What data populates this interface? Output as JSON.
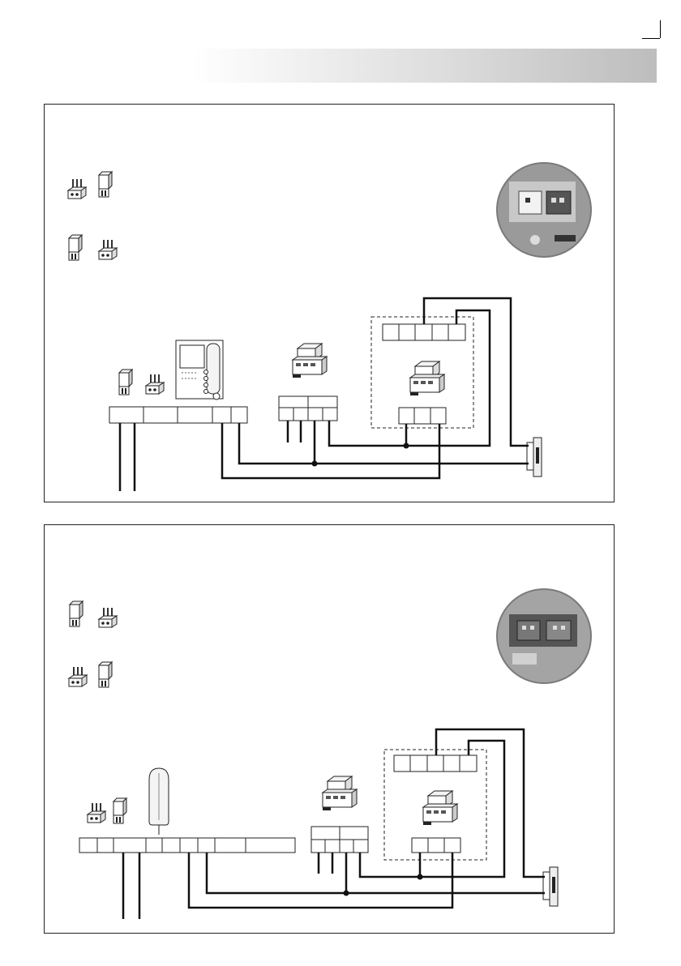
{
  "diagrams": [
    {
      "id": "top",
      "monitor": "video-monitor",
      "photo": "jumper-photo-1"
    },
    {
      "id": "bottom",
      "monitor": "audio-handset",
      "photo": "jumper-photo-2"
    }
  ],
  "icons": [
    "jumper-open-icon",
    "jumper-closed-icon",
    "video-monitor-icon",
    "handset-icon",
    "power-supply-icon",
    "door-panel-module-icon",
    "door-lock-icon",
    "jumper-photo"
  ]
}
